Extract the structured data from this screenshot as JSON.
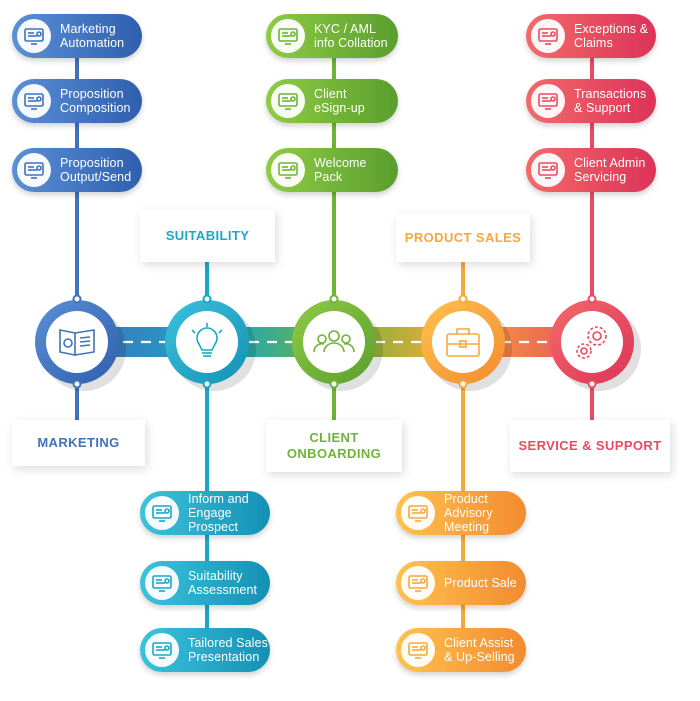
{
  "colors": {
    "marketing": "#3f73bd",
    "suitability": "#1ba7c6",
    "onboarding": "#6fb438",
    "product": "#f6a83c",
    "service": "#e94b60",
    "connector": "#2f80c8"
  },
  "stages": [
    {
      "key": "marketing",
      "heading": [
        "MARKETING"
      ],
      "icon": "brochure-icon",
      "items": [
        {
          "label": [
            "Marketing",
            "Automation"
          ],
          "icon": "monitor-chart-icon"
        },
        {
          "label": [
            "Proposition",
            "Composition"
          ],
          "icon": "monitor-document-icon"
        },
        {
          "label": [
            "Proposition",
            "Output/Send"
          ],
          "icon": "monitor-send-icon"
        }
      ]
    },
    {
      "key": "suitability",
      "heading": [
        "SUITABILITY"
      ],
      "icon": "lightbulb-icon",
      "items": [
        {
          "label": [
            "Inform and",
            "Engage Prospect"
          ],
          "icon": "people-chat-icon"
        },
        {
          "label": [
            "Suitability",
            "Assessment"
          ],
          "icon": "checklist-search-icon"
        },
        {
          "label": [
            "Tailored Sales",
            "Presentation"
          ],
          "icon": "target-icon"
        }
      ]
    },
    {
      "key": "onboarding",
      "heading": [
        "CLIENT",
        "ONBOARDING"
      ],
      "icon": "group-icon",
      "items": [
        {
          "label": [
            "KYC / AML",
            "info Collation"
          ],
          "icon": "id-card-icon"
        },
        {
          "label": [
            "Client",
            "eSign-up"
          ],
          "icon": "user-add-icon"
        },
        {
          "label": [
            "Welcome",
            "Pack"
          ],
          "icon": "welcome-pack-icon"
        }
      ]
    },
    {
      "key": "product",
      "heading": [
        "PRODUCT SALES"
      ],
      "icon": "briefcase-icon",
      "items": [
        {
          "label": [
            "Product Advisory",
            "Meeting"
          ],
          "icon": "meeting-table-icon"
        },
        {
          "label": [
            "Product Sale"
          ],
          "icon": "handshake-icon"
        },
        {
          "label": [
            "Client Assist",
            "& Up-Selling"
          ],
          "icon": "assist-hand-icon"
        }
      ]
    },
    {
      "key": "service",
      "heading": [
        "SERVICE & SUPPORT"
      ],
      "icon": "gears-icon",
      "items": [
        {
          "label": [
            "Exceptions &",
            "Claims"
          ],
          "icon": "user-settings-icon"
        },
        {
          "label": [
            "Transactions",
            "& Support"
          ],
          "icon": "shield-sync-icon"
        },
        {
          "label": [
            "Client Admin",
            "Servicing"
          ],
          "icon": "user-group-gear-icon"
        }
      ]
    }
  ]
}
